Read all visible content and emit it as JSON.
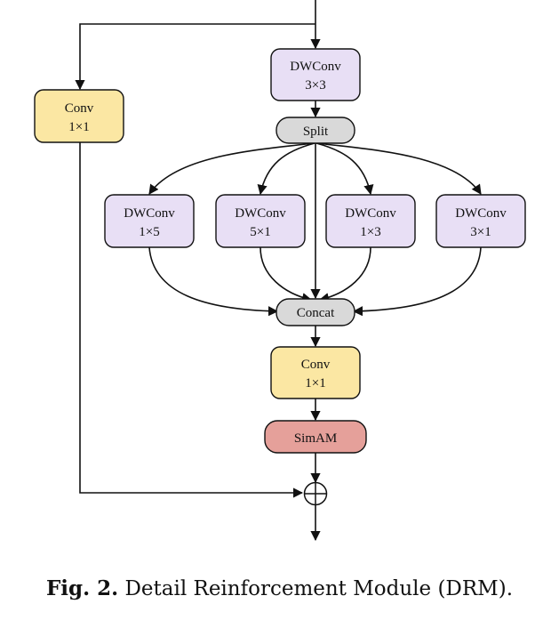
{
  "nodes": {
    "dwconv_top": {
      "line1": "DWConv",
      "line2": "3×3"
    },
    "conv_side": {
      "line1": "Conv",
      "line2": "1×1"
    },
    "split": {
      "label": "Split"
    },
    "dwconv_a": {
      "line1": "DWConv",
      "line2": "1×5"
    },
    "dwconv_b": {
      "line1": "DWConv",
      "line2": "5×1"
    },
    "dwconv_c": {
      "line1": "DWConv",
      "line2": "1×3"
    },
    "dwconv_d": {
      "line1": "DWConv",
      "line2": "3×1"
    },
    "concat": {
      "label": "Concat"
    },
    "conv_mid": {
      "line1": "Conv",
      "line2": "1×1"
    },
    "simam": {
      "label": "SimAM"
    }
  },
  "colors": {
    "purple_fill": "#e8dff5",
    "yellow_fill": "#fbe7a3",
    "gray_fill": "#d9d9d9",
    "red_fill": "#e5a09a",
    "stroke": "#111111"
  },
  "caption": {
    "label": "Fig. 2.",
    "text": "Detail Reinforcement Module (DRM)."
  }
}
